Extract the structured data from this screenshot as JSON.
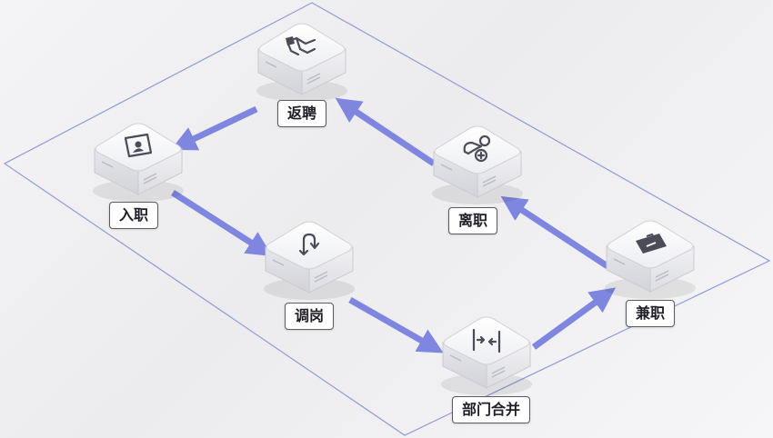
{
  "nodes": [
    {
      "id": "rehire",
      "label": "返聘",
      "icon": "handshake-icon"
    },
    {
      "id": "onboard",
      "label": "入职",
      "icon": "id-card-icon"
    },
    {
      "id": "resign",
      "label": "离职",
      "icon": "user-remove-icon"
    },
    {
      "id": "transfer",
      "label": "调岗",
      "icon": "swap-arrows-icon"
    },
    {
      "id": "merge",
      "label": "部门合并",
      "icon": "merge-arrows-icon"
    },
    {
      "id": "parttime",
      "label": "兼职",
      "icon": "briefcase-icon"
    }
  ],
  "edges": [
    {
      "from": "rehire",
      "to": "onboard"
    },
    {
      "from": "onboard",
      "to": "transfer"
    },
    {
      "from": "transfer",
      "to": "merge"
    },
    {
      "from": "merge",
      "to": "parttime"
    },
    {
      "from": "parttime",
      "to": "resign"
    },
    {
      "from": "resign",
      "to": "rehire"
    }
  ],
  "colors": {
    "arrow": "#7f86e0",
    "plane_border": "#8f9bd8",
    "cube_top": "#f7f7f9",
    "cube_side": "#dcdce2",
    "icon": "#4a4d58"
  }
}
